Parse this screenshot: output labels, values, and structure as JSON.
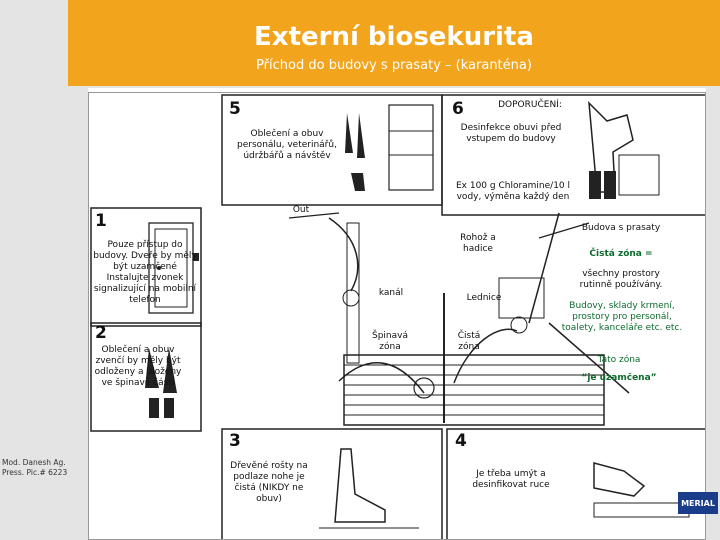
{
  "header": {
    "title": "Externí biosekurita",
    "subtitle": "Příchod do budovy s prasaty – (karanténa)"
  },
  "panels": {
    "p1": {
      "number": "1",
      "text": "Pouze přístup do budovy. Dveře by měly být uzamčené Instalujte zvonek signalizující na mobilní telefon"
    },
    "p2": {
      "number": "2",
      "text": "Oblečení a obuv zvenčí by měly být odloženy a uloženy ve špinavé části"
    },
    "p3": {
      "number": "3",
      "text": "Dřevěné rošty na podlaze nohe je čistá (NIKDY ne obuv)"
    },
    "p4": {
      "number": "4",
      "text": "Je třeba umýt a desinfikovat ruce"
    },
    "p5": {
      "number": "5",
      "text": "Oblečení a obuv personálu, veterinářů, údržbářů a návštěv"
    },
    "p6": {
      "number": "6",
      "heading": "DOPORUČENÍ:",
      "text": "Desinfekce obuvi před vstupem do budovy",
      "text2": "Ex 100 g Chloramine/10 l vody, výměna každý den"
    }
  },
  "labels": {
    "out": "Out",
    "hose": "Rohož a hadice",
    "canal": "kanál",
    "fridge": "Lednice",
    "dirty": "Špinavá zóna",
    "clean": "Čistá zóna"
  },
  "right_text": {
    "building": "Budova s prasaty",
    "clean_zone": "Čistá zóna =",
    "all_spaces": "všechny prostory rutinně používány.",
    "examples": "Budovy, sklady krmení, prostory pro personál, toalety, kanceláře etc. etc.",
    "this_zone": "Tato zóna",
    "locked": "“je uzamčena”"
  },
  "credit": {
    "line1": "Mod. Danesh Ag.",
    "line2": "Press. Pic.# 6223"
  },
  "logo": "MERIAL",
  "colors": {
    "accent": "#f2a51c",
    "clean_zone": "#0d6b2c",
    "brand": "#1a3d8a"
  }
}
